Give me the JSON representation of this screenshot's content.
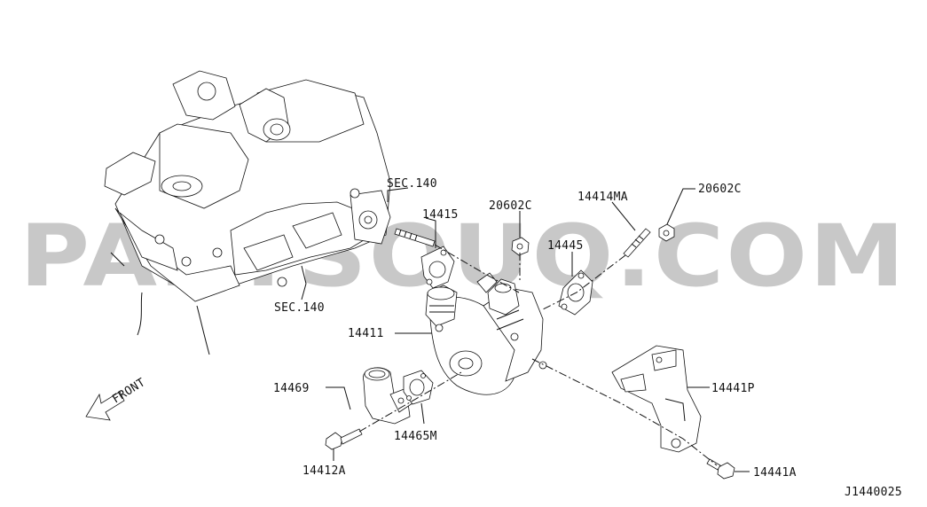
{
  "watermark": "PARTSOUQ.COM",
  "front_label": "FRONT",
  "diagram_code": "J1440025",
  "labels": {
    "sec140_top": "SEC.140",
    "sec140_bottom": "SEC.140",
    "p14415": "14415",
    "p20602c_a": "20602C",
    "p14414ma": "14414MA",
    "p20602c_b": "20602C",
    "p14445": "14445",
    "p14411": "14411",
    "p14469": "14469",
    "p14465m": "14465M",
    "p14412a": "14412A",
    "p14441p": "14441P",
    "p14441a": "14441A"
  }
}
